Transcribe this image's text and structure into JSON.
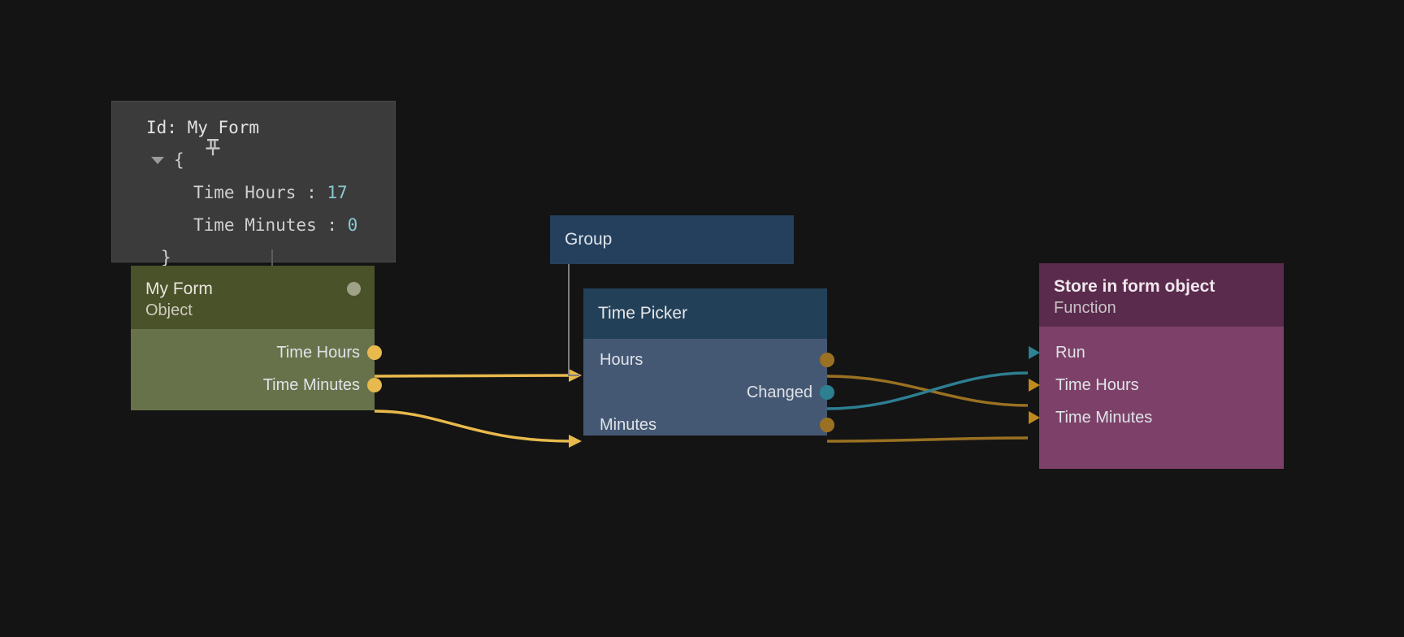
{
  "canvas": {
    "background": "#141414",
    "accent_amber": "#e8b94c",
    "accent_amber_dark": "#9a7122",
    "accent_teal": "#2d7f92",
    "value_color": "#88c8d0"
  },
  "inspector": {
    "pin_icon": "pin-icon",
    "caret_icon": "caret-down-icon",
    "title": "Id: My Form",
    "open_brace": "{",
    "close_brace": "}",
    "entries": [
      {
        "key": "Time Hours : ",
        "value": "17"
      },
      {
        "key": "Time Minutes : ",
        "value": "0"
      }
    ]
  },
  "nodes": [
    {
      "id": "my-form",
      "title": "My Form",
      "subtitle": "Object",
      "header_color": "#4a5229",
      "body_color": "#68724a",
      "status_dot": true,
      "outputs": [
        {
          "label": "Time Hours",
          "type": "data"
        },
        {
          "label": "Time Minutes",
          "type": "data"
        }
      ],
      "inputs": []
    },
    {
      "id": "group",
      "title": "Group",
      "subtitle": "",
      "header_color": "#24405d",
      "body_color": "",
      "status_dot": false,
      "outputs": [],
      "inputs": []
    },
    {
      "id": "time-picker",
      "title": "Time Picker",
      "subtitle": "",
      "header_color": "#234059",
      "body_color": "#455873",
      "status_dot": false,
      "inputs": [
        {
          "label": "Hours",
          "type": "data"
        },
        {
          "label": "Minutes",
          "type": "data"
        }
      ],
      "outputs": [
        {
          "label": "",
          "type": "data"
        },
        {
          "label": "Changed",
          "type": "signal"
        },
        {
          "label": "",
          "type": "data"
        }
      ]
    },
    {
      "id": "store-in-form-object",
      "title": "Store in form object",
      "subtitle": "Function",
      "header_color": "#5a2b4c",
      "body_color": "#7d4169",
      "status_dot": false,
      "inputs": [
        {
          "label": "Run",
          "type": "signal"
        },
        {
          "label": "Time Hours",
          "type": "data"
        },
        {
          "label": "Time Minutes",
          "type": "data"
        }
      ],
      "outputs": []
    }
  ],
  "connections": [
    {
      "from": "my-form.Time Hours",
      "to": "time-picker.Hours",
      "type": "data"
    },
    {
      "from": "my-form.Time Minutes",
      "to": "time-picker.Minutes",
      "type": "data"
    },
    {
      "from": "time-picker.Hours",
      "to": "store-in-form-object.Time Hours",
      "type": "data"
    },
    {
      "from": "time-picker.Changed",
      "to": "store-in-form-object.Run",
      "type": "signal"
    },
    {
      "from": "time-picker.Minutes",
      "to": "store-in-form-object.Time Minutes",
      "type": "data"
    }
  ],
  "labels": {
    "timepicker_out_hours": "",
    "timepicker_out_changed": "Changed",
    "timepicker_out_minutes": ""
  }
}
